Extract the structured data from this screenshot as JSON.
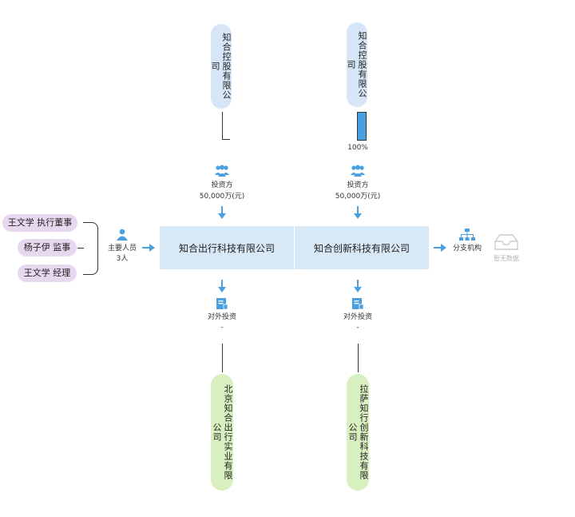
{
  "shareholders": [
    {
      "name": "知合控股有限公司",
      "share": ""
    },
    {
      "name": "知合控股有限公司",
      "share": "100%"
    }
  ],
  "investor_label": "投资方",
  "investor_amount": "50,000万(元)",
  "companies": [
    {
      "name": "知合出行科技有限公司"
    },
    {
      "name": "知合创新科技有限公司"
    }
  ],
  "key_personnel": {
    "label": "主要人员",
    "count": "3人",
    "people": [
      {
        "name": "王文学",
        "role": "执行董事"
      },
      {
        "name": "杨子伊",
        "role": "监事"
      },
      {
        "name": "王文学",
        "role": "经理"
      }
    ]
  },
  "branches": {
    "label": "分支机构",
    "empty_text": "暂无数据"
  },
  "outward_investment": {
    "label": "对外投资",
    "value": "-"
  },
  "subsidiaries": [
    {
      "name": "北京知合出行实业有限公司"
    },
    {
      "name": "拉萨知行创新科技有限公司"
    }
  ],
  "colors": {
    "company_box": "#d7e8f7",
    "shareholder_pill": "#d6e6f7",
    "subsidiary_pill": "#d8efc0",
    "person_pill": "#e7d8ef",
    "accent_blue": "#4a9fe0",
    "empty_icon": "#cccccc"
  }
}
